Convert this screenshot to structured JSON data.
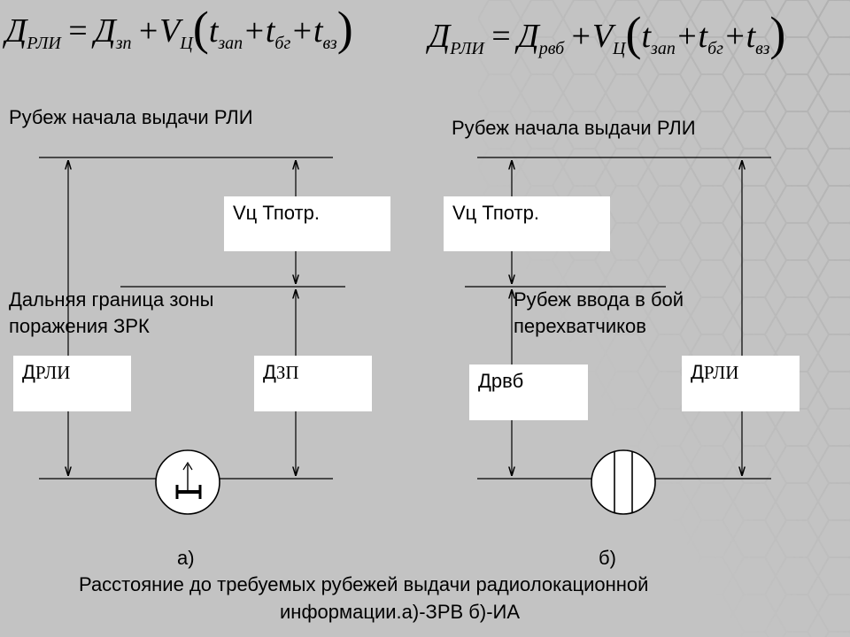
{
  "formula_a": {
    "d": "Д",
    "d_sub": "РЛИ",
    "eq": "=",
    "d2": "Д",
    "d2_sub": "зп",
    "plus": "+",
    "v": "V",
    "v_sub": "Ц",
    "lpar": "(",
    "t1": "t",
    "t1_sub": "зап",
    "plus2": "+",
    "t2": "t",
    "t2_sub": "бг",
    "plus3": "+",
    "t3": "t",
    "t3_sub": "вз",
    "rpar": ")"
  },
  "formula_b": {
    "d": "Д",
    "d_sub": "РЛИ",
    "eq": "=",
    "d2": "Д",
    "d2_sub": "рвб",
    "plus": "+",
    "v": "V",
    "v_sub": "Ц",
    "lpar": "(",
    "t1": "t",
    "t1_sub": "зап",
    "plus2": "+",
    "t2": "t",
    "t2_sub": "бг",
    "plus3": "+",
    "t3": "t",
    "t3_sub": "вз",
    "rpar": ")"
  },
  "diagram_a": {
    "top_label": "Рубеж  начала выдачи РЛИ",
    "vt_box": "Vц Тпотр.",
    "mid_label_1": "Дальняя граница зоны",
    "mid_label_2": "поражения ЗРК",
    "left_box_main": "Д",
    "left_box_sub": "РЛИ",
    "right_box_main": "Д",
    "right_box_sub": "ЗП",
    "caption": "а)"
  },
  "diagram_b": {
    "top_label": "Рубеж начала выдачи РЛИ",
    "vt_box": "Vц Тпотр.",
    "mid_label_1": "Рубеж ввода в бой",
    "mid_label_2": "перехватчиков",
    "left_box": "Дрвб",
    "right_box_main": "Д",
    "right_box_sub": "РЛИ",
    "caption": "б)"
  },
  "caption": {
    "line1": "Расстояние до требуемых рубежей выдачи радиолокационной",
    "line2": "информации.а)-ЗРВ б)-ИА"
  },
  "colors": {
    "background": "#c3c3c3",
    "pattern": "#a8a8a8",
    "box": "#ffffff",
    "line": "#000000"
  }
}
